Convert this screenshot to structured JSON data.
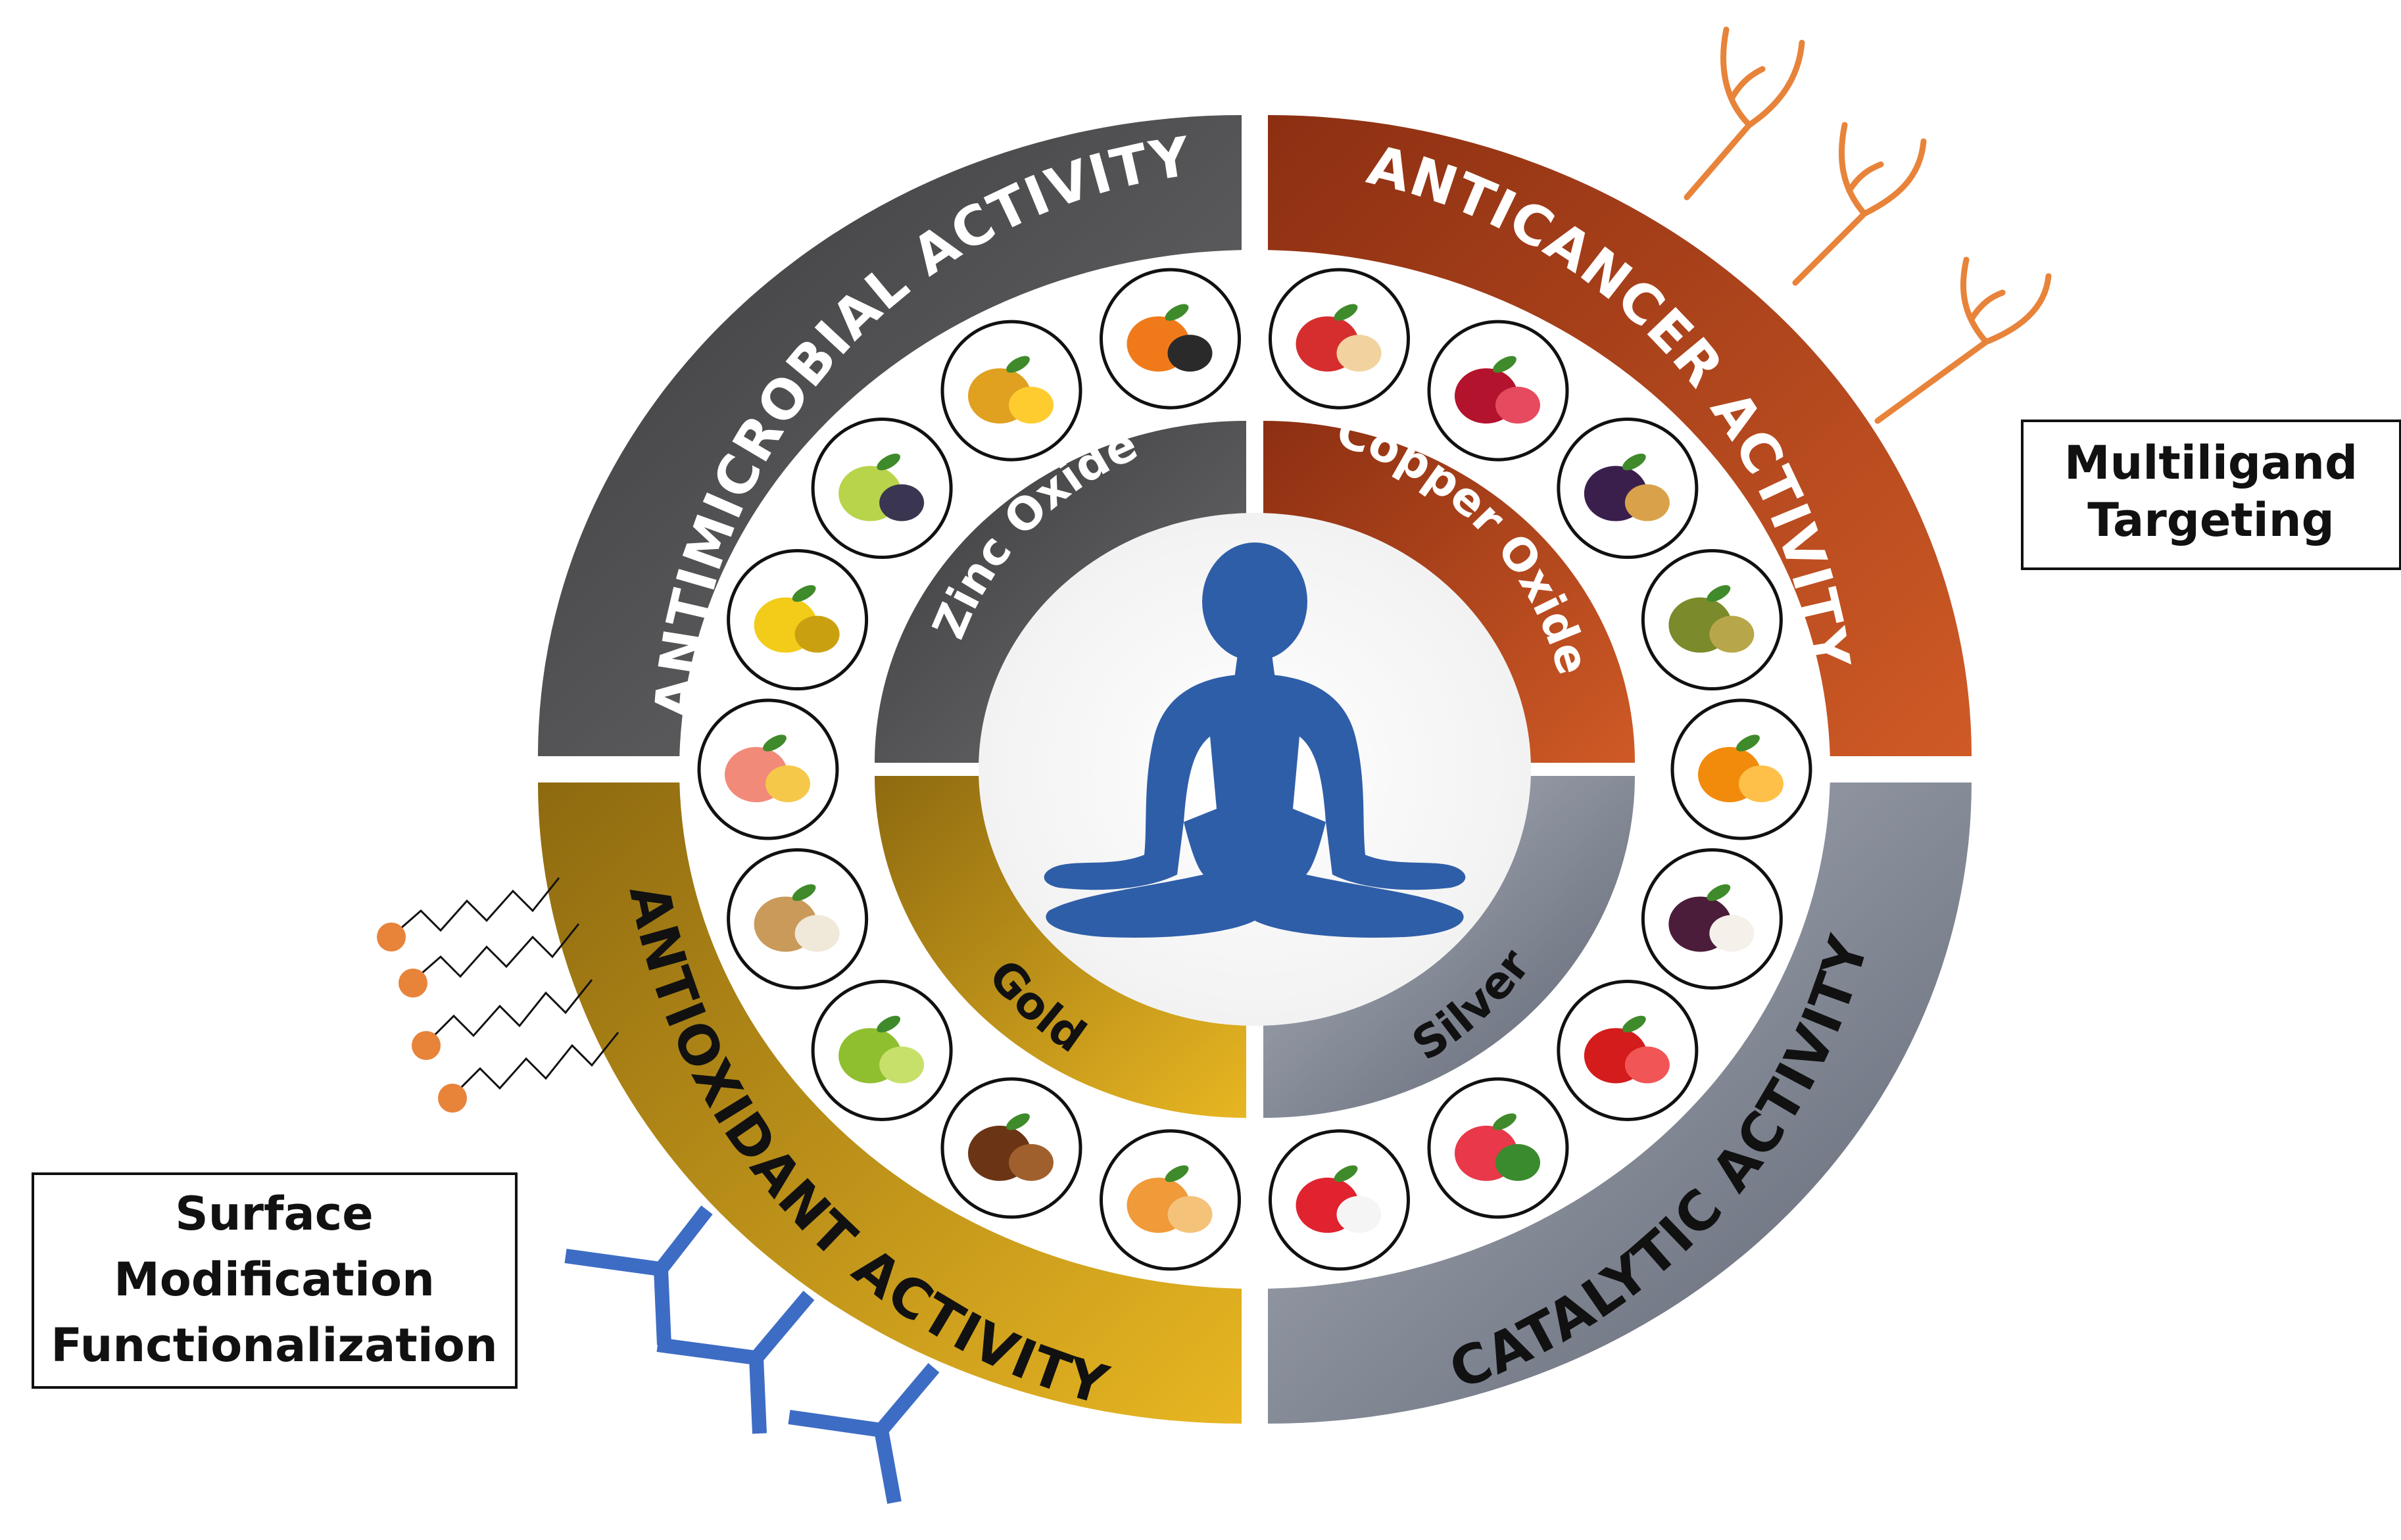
{
  "outer_ring": {
    "antimicrobial": "ANTIMICROBIAL ACTIVITY",
    "anticancer": "ANTICANCER ACTIVITY",
    "antioxidant": "ANTIOXIDANT ACTIVITY",
    "catalytic": "CATALYTIC ACTIVITY"
  },
  "inner_ring": {
    "zinc": "Zinc Oxide",
    "copper": "Copper Oxide",
    "gold": "Gold",
    "silver": "Silver"
  },
  "boxes": {
    "multiligand_line1": "Multiligand",
    "multiligand_line2": "Targeting",
    "surface_line1": "Surface",
    "surface_line2": "Modification",
    "surface_line3": "Functionalization"
  },
  "fruits": [
    "apple-icon",
    "pomegranate-icon",
    "plum-icon",
    "capers-icon",
    "orange-icon",
    "mangosteen-icon",
    "goji-berry-icon",
    "watermelon-icon",
    "strawberry-icon",
    "apricot-icon",
    "dates-icon",
    "amla-icon",
    "longan-icon",
    "grapefruit-icon",
    "banana-icon",
    "grapes-icon",
    "pineapple-icon",
    "papaya-icon"
  ],
  "colors": {
    "antimicrobial": "#4a4a4c",
    "anticancer": "#b4461f",
    "antioxidant": "#c9961a",
    "catalytic": "#8f96a3",
    "figure": "#2f5ea8",
    "ligand_orange": "#e8833a",
    "antibody_blue": "#3d6cc4"
  }
}
